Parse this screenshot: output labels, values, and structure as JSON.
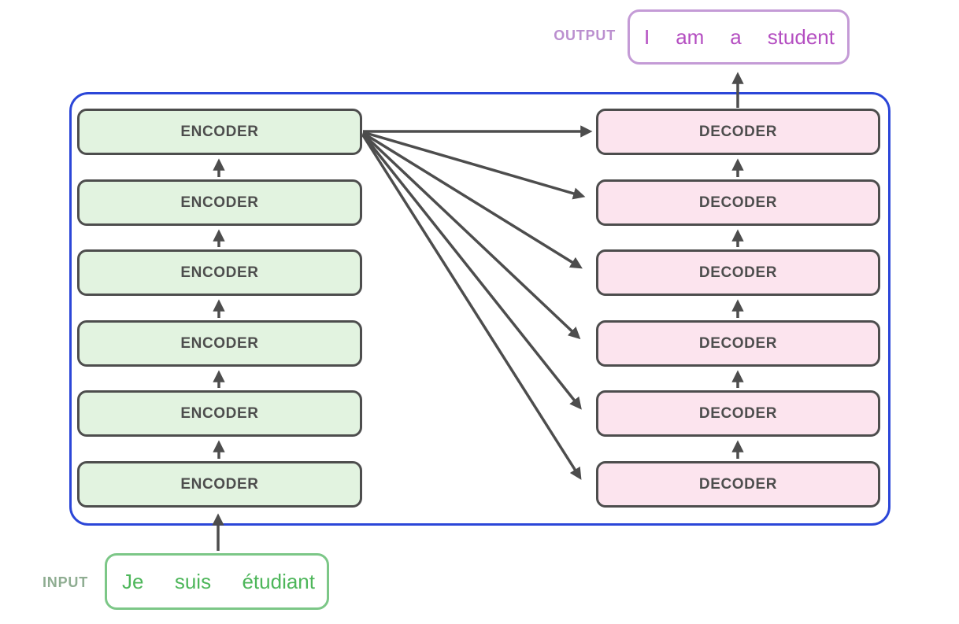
{
  "diagram": {
    "title_hint": "transformer encoder-decoder stack",
    "output": {
      "label": "OUTPUT",
      "tokens": [
        "I",
        "am",
        "a",
        "student"
      ]
    },
    "input": {
      "label": "INPUT",
      "tokens": [
        "Je",
        "suis",
        "étudiant"
      ]
    },
    "encoders": [
      "ENCODER",
      "ENCODER",
      "ENCODER",
      "ENCODER",
      "ENCODER",
      "ENCODER"
    ],
    "decoders": [
      "DECODER",
      "DECODER",
      "DECODER",
      "DECODER",
      "DECODER",
      "DECODER"
    ]
  },
  "colors": {
    "container_border": "#2b46d8",
    "box_border": "#4d4d4d",
    "box_text": "#4d4d4d",
    "encoder_fill": "#e2f3e0",
    "decoder_fill": "#fce4ee",
    "arrow": "#4d4d4d",
    "output_border": "#c49bd6",
    "output_label": "#bb8fcf",
    "output_text": "#b44ec1",
    "input_border": "#7cc787",
    "input_label": "#8fad92",
    "input_text": "#4db65a",
    "background": "#ffffff"
  }
}
